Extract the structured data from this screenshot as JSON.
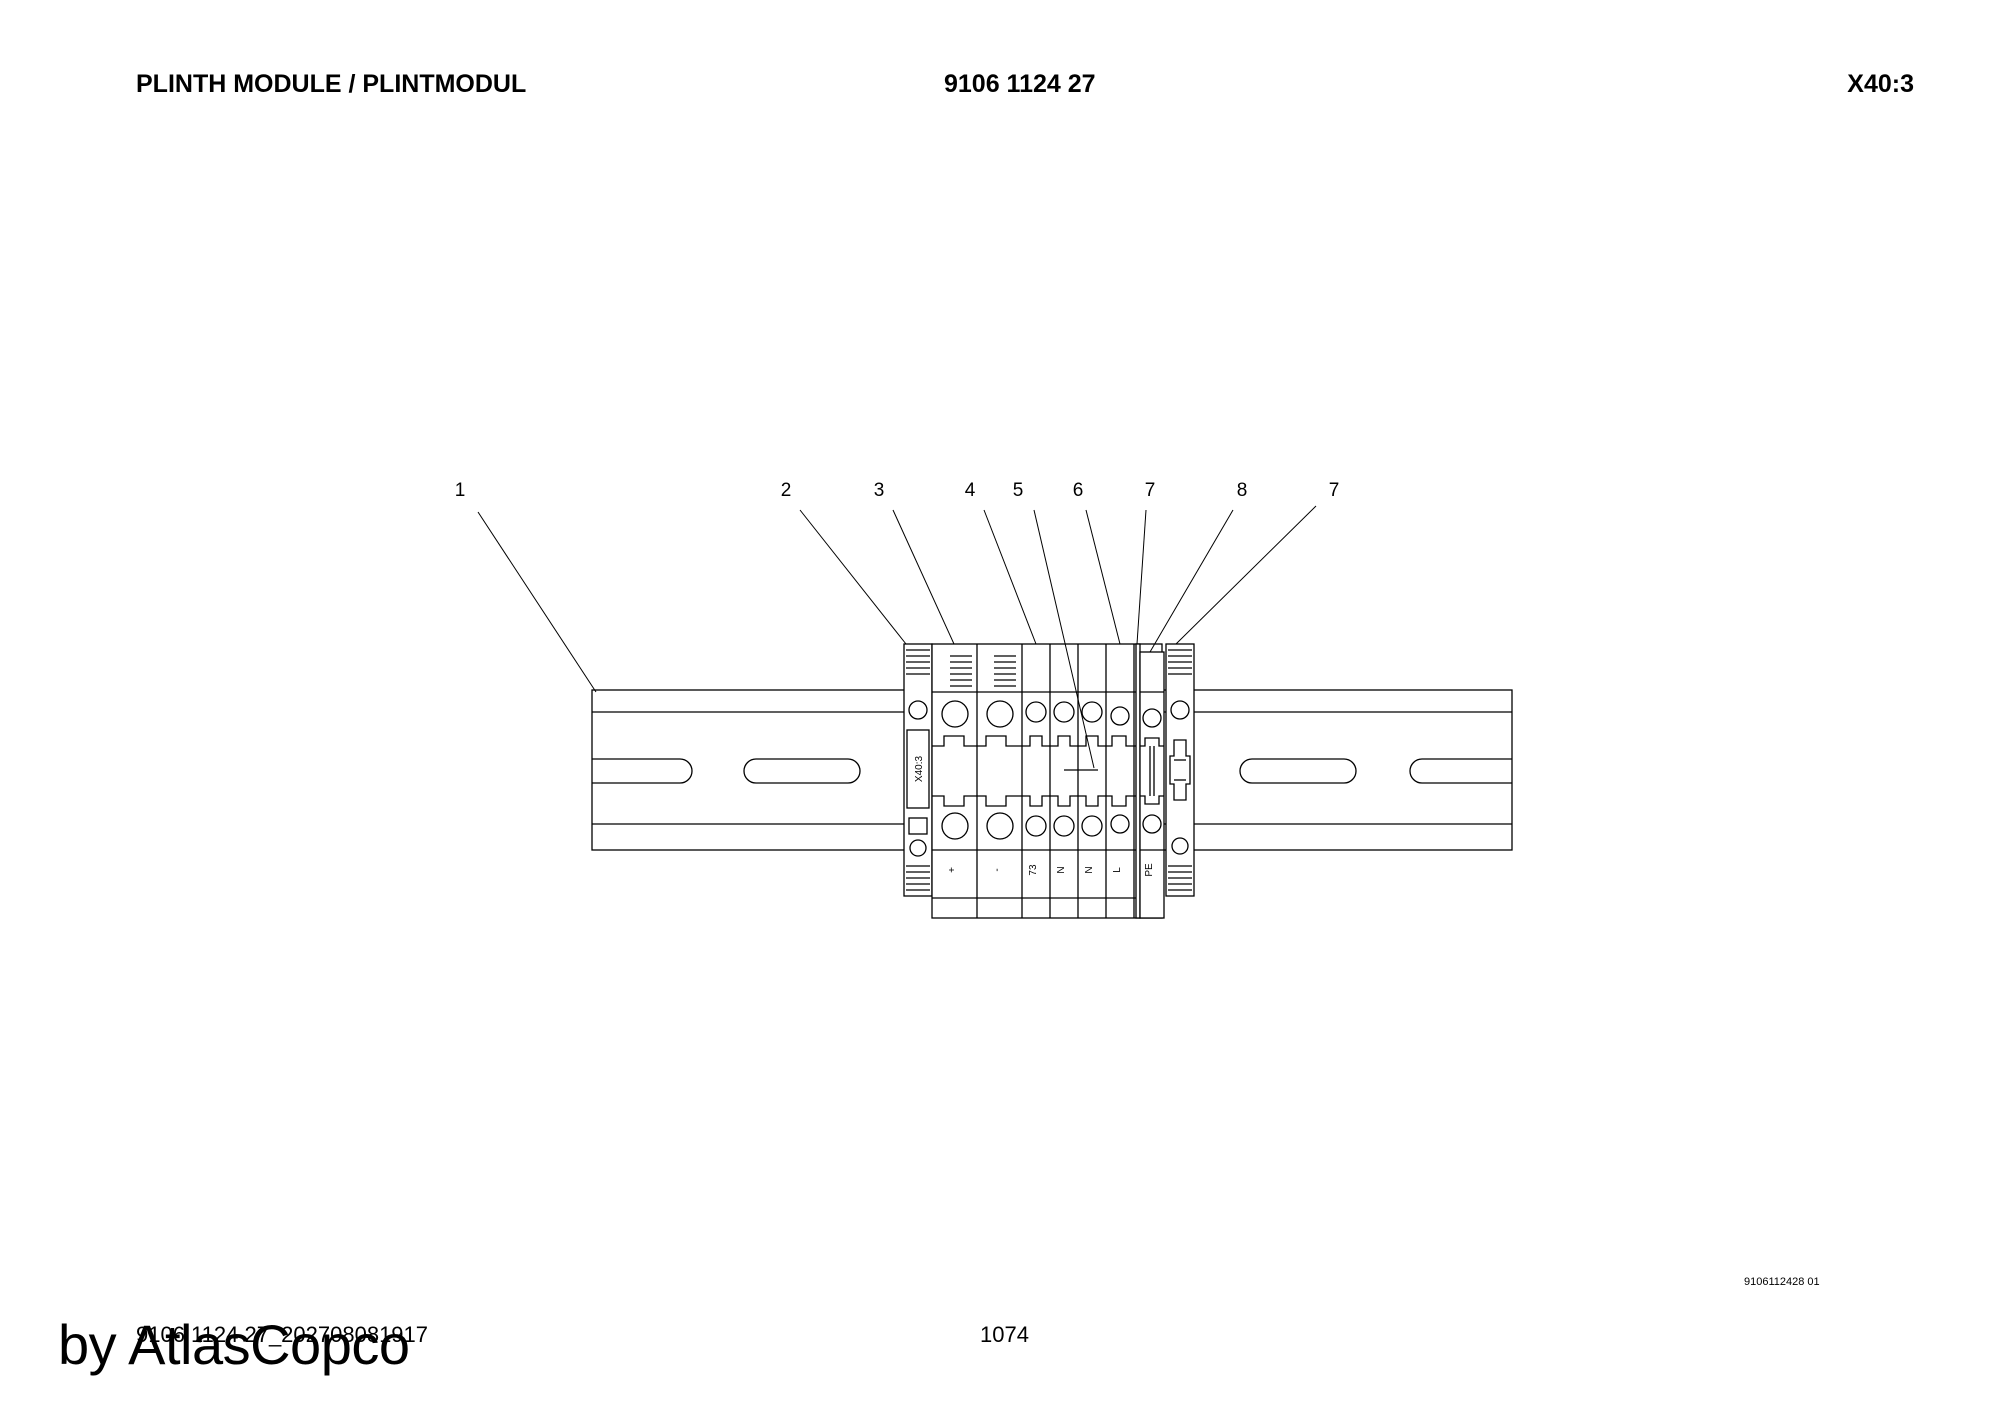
{
  "header": {
    "title": "PLINTH MODULE / PLINTMODUL",
    "part_number": "9106 1124 27",
    "designation": "X40:3"
  },
  "diagram": {
    "callouts": [
      "1",
      "2",
      "3",
      "4",
      "5",
      "6",
      "7",
      "8",
      "7"
    ],
    "end_plate_label": "X40:3",
    "terminal_labels": [
      "+",
      "-",
      "73",
      "N",
      "N",
      "L",
      "PE"
    ]
  },
  "footer": {
    "drawing_ref": "9106112428 01",
    "doc_ref": "9106 1124 27_202708081917",
    "page_number": "1074",
    "watermark": "by AtlasCopco"
  }
}
